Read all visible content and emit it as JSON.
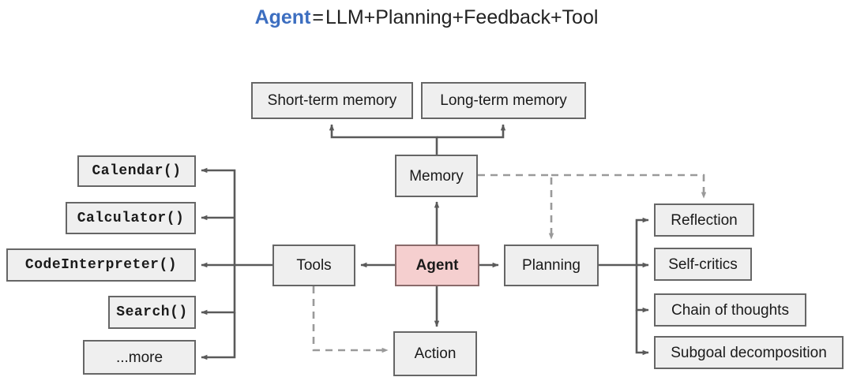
{
  "title": {
    "agent_word": "Agent",
    "equals": "=",
    "expression": "LLM+Planning+Feedback+Tool",
    "accent_color": "#3c6ec0"
  },
  "diagram": {
    "type": "flow-diagram",
    "center": {
      "agent": "Agent",
      "memory": "Memory",
      "tools": "Tools",
      "planning": "Planning",
      "action": "Action"
    },
    "memory_children": [
      {
        "label": "Short-term memory"
      },
      {
        "label": "Long-term memory"
      }
    ],
    "tool_children": [
      {
        "label": "Calendar()",
        "mono": true
      },
      {
        "label": "Calculator()",
        "mono": true
      },
      {
        "label": "CodeInterpreter()",
        "mono": true
      },
      {
        "label": "Search()",
        "mono": true
      },
      {
        "label": "...more",
        "mono": false
      }
    ],
    "planning_children": [
      {
        "label": "Reflection"
      },
      {
        "label": "Self-critics"
      },
      {
        "label": "Chain of thoughts"
      },
      {
        "label": "Subgoal decomposition"
      }
    ],
    "colors": {
      "node_fill": "#efefef",
      "node_stroke": "#666666",
      "agent_fill": "#f5cfcf",
      "agent_stroke": "#8a6a6a",
      "solid_edge": "#5a5a5a",
      "dashed_edge": "#9a9a9a"
    },
    "edges": [
      {
        "from": "Memory",
        "to": "Short-term memory",
        "style": "solid"
      },
      {
        "from": "Memory",
        "to": "Long-term memory",
        "style": "solid"
      },
      {
        "from": "Agent",
        "to": "Memory",
        "style": "solid"
      },
      {
        "from": "Agent",
        "to": "Tools",
        "style": "solid"
      },
      {
        "from": "Agent",
        "to": "Planning",
        "style": "solid"
      },
      {
        "from": "Agent",
        "to": "Action",
        "style": "solid"
      },
      {
        "from": "Tools",
        "to": "Calendar()",
        "style": "solid"
      },
      {
        "from": "Tools",
        "to": "Calculator()",
        "style": "solid"
      },
      {
        "from": "Tools",
        "to": "CodeInterpreter()",
        "style": "solid"
      },
      {
        "from": "Tools",
        "to": "Search()",
        "style": "solid"
      },
      {
        "from": "Tools",
        "to": "...more",
        "style": "solid"
      },
      {
        "from": "Tools",
        "to": "Action",
        "style": "dashed"
      },
      {
        "from": "Memory",
        "to": "Planning",
        "style": "dashed"
      },
      {
        "from": "Memory",
        "to": "Reflection",
        "style": "dashed"
      },
      {
        "from": "Planning",
        "to": "Reflection",
        "style": "solid"
      },
      {
        "from": "Planning",
        "to": "Self-critics",
        "style": "solid"
      },
      {
        "from": "Planning",
        "to": "Chain of thoughts",
        "style": "solid"
      },
      {
        "from": "Planning",
        "to": "Subgoal decomposition",
        "style": "solid"
      }
    ]
  }
}
